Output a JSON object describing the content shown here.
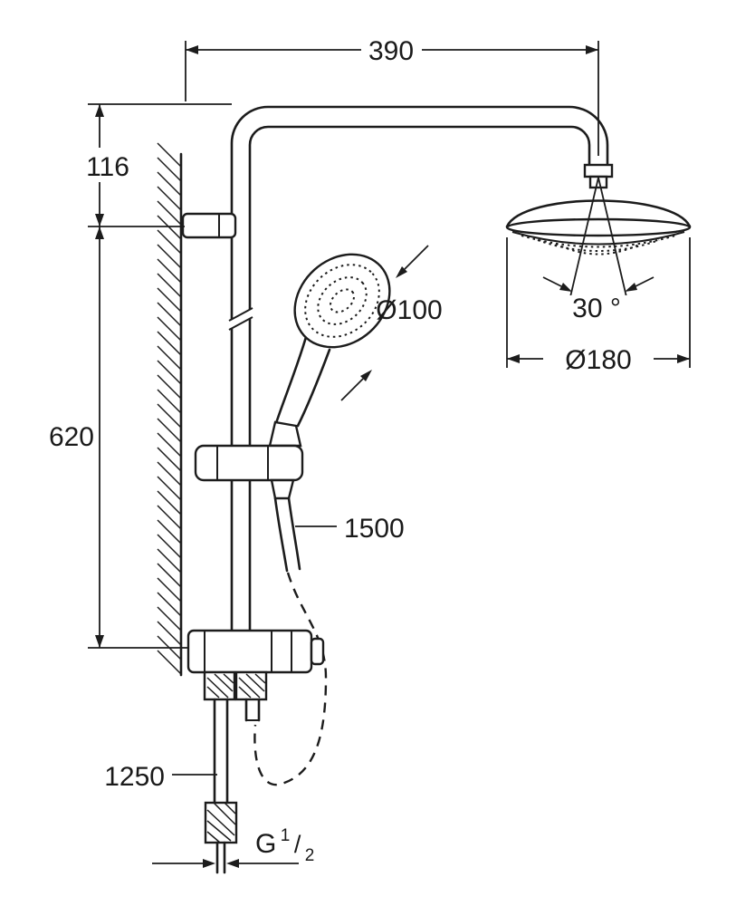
{
  "drawing": {
    "type": "shower-system-dimensional-drawing",
    "units": "mm",
    "dimensions": {
      "width": "390",
      "wall_offset": "116",
      "rail": "620",
      "hand_diameter": "Ø100",
      "angle": "30 °",
      "head_diameter": "Ø180",
      "hose": "1500",
      "inlet": "1250"
    },
    "thread": {
      "g": "G",
      "num": "1",
      "slash": "/",
      "den": "2"
    },
    "colors": {
      "line": "#1c1c1c",
      "background": "#ffffff"
    }
  }
}
